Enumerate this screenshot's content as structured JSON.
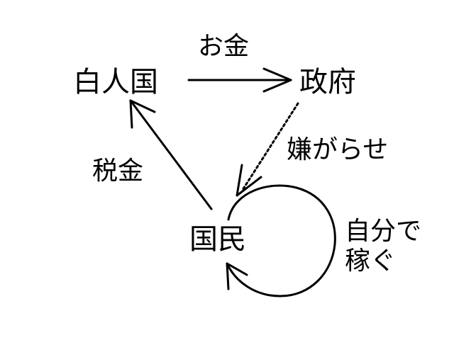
{
  "nodes": {
    "white_country": "白人国",
    "government": "政府",
    "citizens": "国民"
  },
  "edges": {
    "money": "お金",
    "harassment": "嫌がらせ",
    "tax": "税金",
    "self_earn_line1": "自分で",
    "self_earn_line2": "稼ぐ"
  },
  "colors": {
    "ink": "#000000",
    "background": "#ffffff"
  }
}
